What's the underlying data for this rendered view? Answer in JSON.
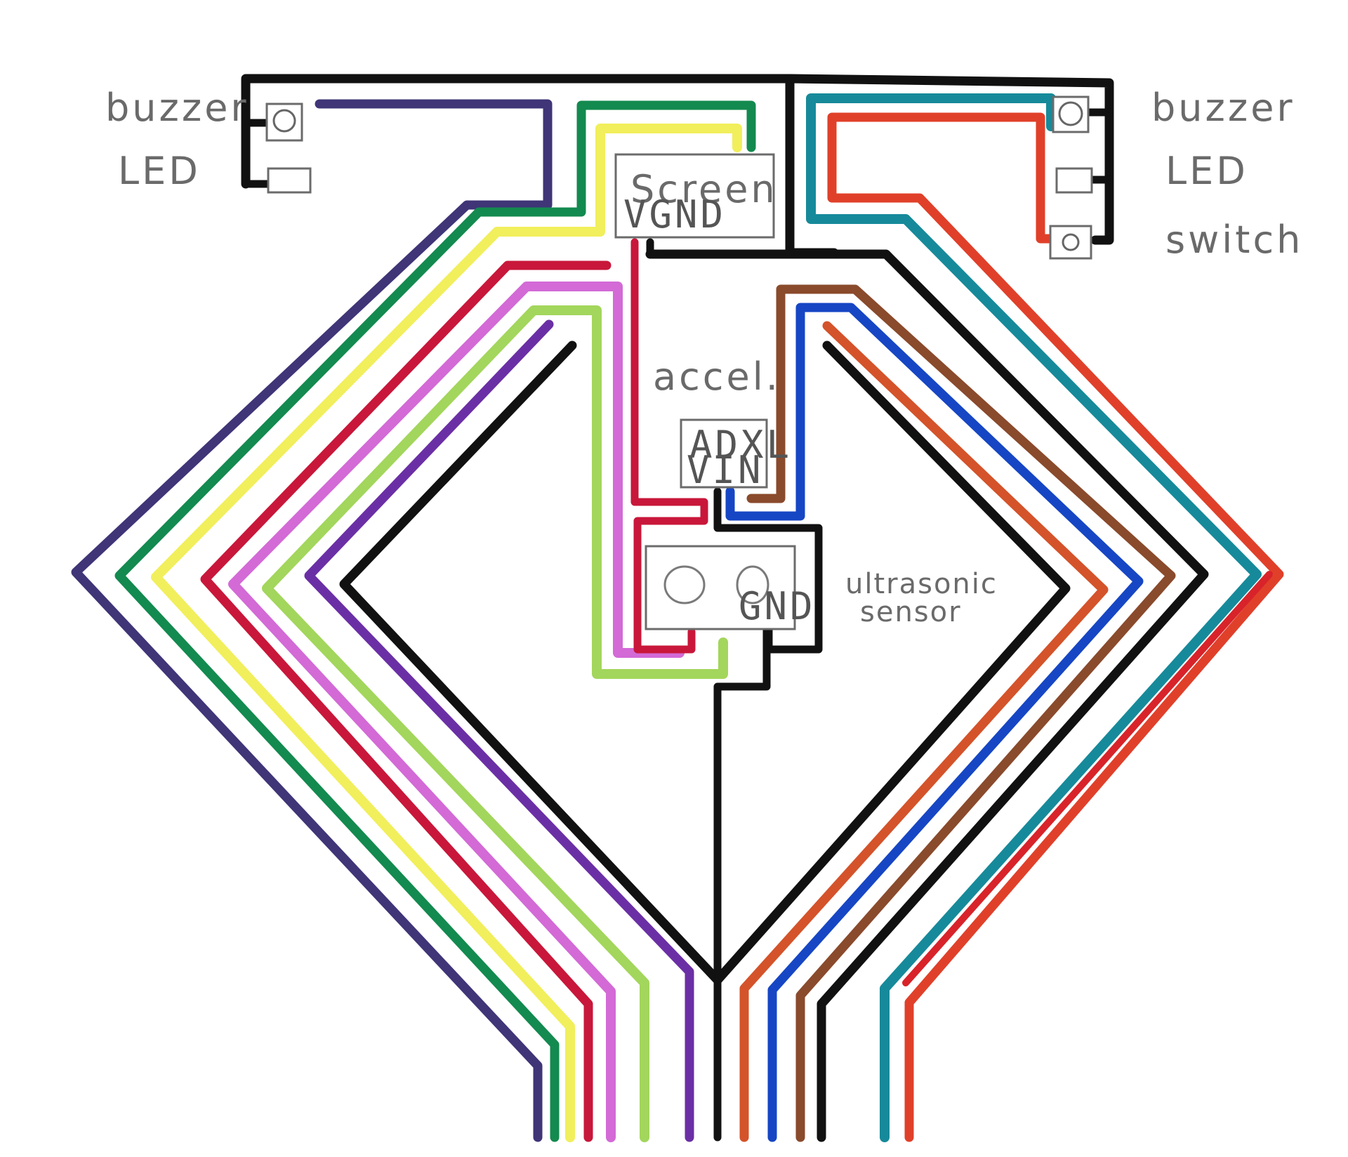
{
  "labels": {
    "left_buzzer": "buzzer",
    "left_led": "LED",
    "right_buzzer": "buzzer",
    "right_led": "LED",
    "right_switch": "switch",
    "screen": "Screen",
    "screen_pins": "VGND",
    "accel": "accel.",
    "adxl": "ADXL",
    "adxl_pins": "VIN",
    "ultrasonic_line1": "ultrasonic",
    "ultrasonic_line2": "sensor",
    "ultrasonic_pins": "GND"
  },
  "colors": {
    "black": "#111111",
    "navy_purple": "#3f3577",
    "teal": "#168a9a",
    "green": "#138a4f",
    "yellow": "#f1ef5c",
    "red": "#c8173a",
    "magenta": "#d36ad6",
    "lime": "#a3d65c",
    "purple": "#6b2fa5",
    "orange": "#d4532a",
    "blue": "#1646c4",
    "brown": "#8a4a2c",
    "orange_red": "#e0402a",
    "bright_red": "#d8232a"
  }
}
